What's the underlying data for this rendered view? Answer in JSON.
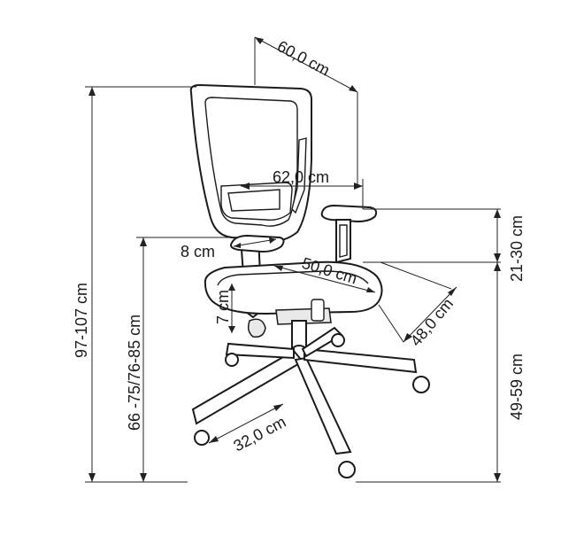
{
  "dimensions": {
    "depth_top": "60,0 cm",
    "armrest_span": "62,0 cm",
    "armrest_offset": "8 cm",
    "seat_depth": "50,0 cm",
    "seat_width": "48,0 cm",
    "armrest_height_adj": "7 cm",
    "base_radius": "32,0 cm",
    "total_height": "97-107 cm",
    "armrest_total_height": "66 -75/76-85 cm",
    "back_height": "21-30 cm",
    "seat_height": "49-59 cm"
  }
}
